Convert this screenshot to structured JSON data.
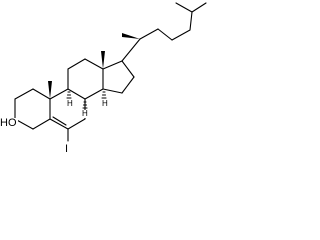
{
  "molecule": {
    "labels": {
      "hydroxyl": "HO",
      "iodine": "I",
      "h_c8": "H",
      "h_c9": "H",
      "h_c14": "H"
    },
    "colors": {
      "bond": "#000000",
      "background": "#ffffff"
    }
  }
}
